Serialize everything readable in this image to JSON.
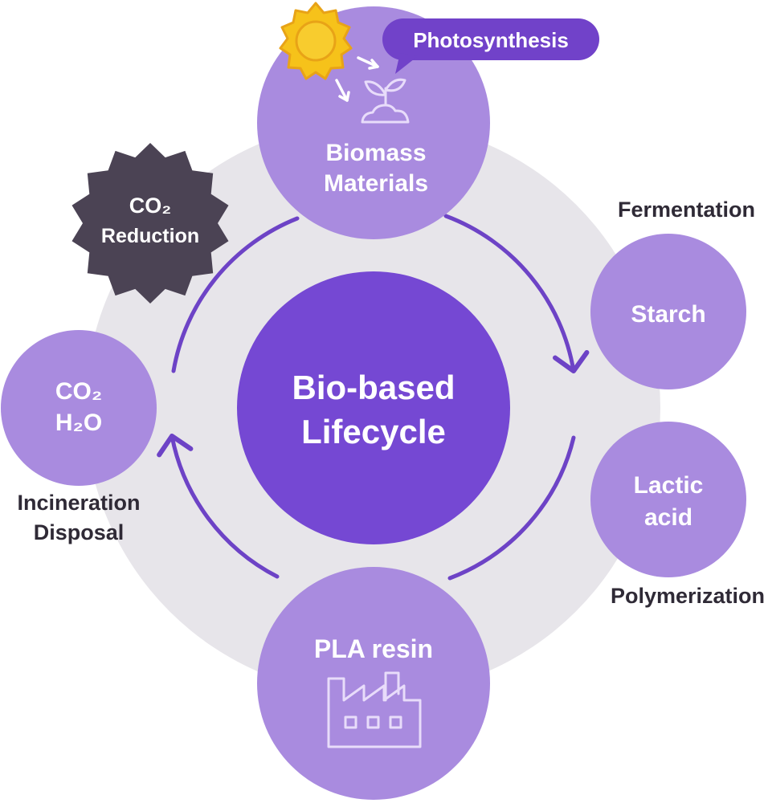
{
  "colors": {
    "background_ring": "#e7e5ea",
    "node_fill": "#a98bdf",
    "center_fill": "#7548d3",
    "arrow": "#6d43c6",
    "pill": "#7142c9",
    "burst": "#4b4354",
    "step_text": "#2f2a36",
    "sun_fill": "#f6c21a",
    "sun_stroke": "#e8a317"
  },
  "center": {
    "line1": "Bio-based",
    "line2": "Lifecycle"
  },
  "nodes": {
    "biomass": {
      "line1": "Biomass",
      "line2": "Materials",
      "icon": "sprout-icon"
    },
    "starch": {
      "label": "Starch"
    },
    "lactic": {
      "line1": "Lactic",
      "line2": "acid"
    },
    "pla": {
      "label": "PLA resin",
      "icon": "factory-icon"
    },
    "co2h2o": {
      "line1": "CO₂",
      "line2": "H₂O"
    }
  },
  "photosynthesis": {
    "label": "Photosynthesis",
    "icon": "sun-icon"
  },
  "co2_reduction": {
    "line1": "CO₂",
    "line2": "Reduction"
  },
  "steps": {
    "fermentation": "Fermentation",
    "polymerization": "Polymerization",
    "incineration": "Incineration",
    "disposal": "Disposal"
  }
}
